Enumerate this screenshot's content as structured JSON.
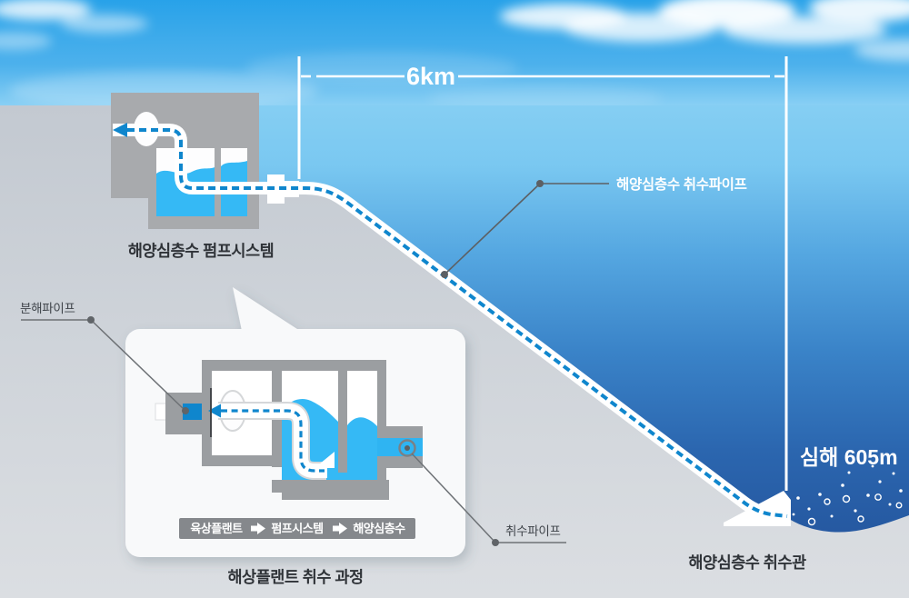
{
  "diagram": {
    "surface_distance": "6km",
    "depth_label": "심해 605m",
    "pump_system_label": "해양심층수 펌프시스템",
    "intake_pipe_label": "해양심층수 취수파이프",
    "intake_head_label": "해양심층수 취수관",
    "callout": {
      "title": "해상플랜트 취수 과정",
      "flow_step1": "육상플랜트",
      "flow_step2": "펌프시스템",
      "flow_step3": "해양심층수",
      "discharge_pipe_label": "분해파이프",
      "intake_pipe_label": "취수파이프"
    },
    "colors": {
      "sky_top": "#28a2e9",
      "sea_surface": "#85cef3",
      "sea_deep": "#1f4b92",
      "land_gray": "#cdd2d8",
      "structure_gray": "#9b9ea1",
      "building_gray": "#a8aaad",
      "tank_water_blue": "#35b9f5",
      "pipe_dash_blue": "#0f86cd",
      "badge_gray": "#85888c",
      "text_dark": "#2f3338"
    }
  }
}
